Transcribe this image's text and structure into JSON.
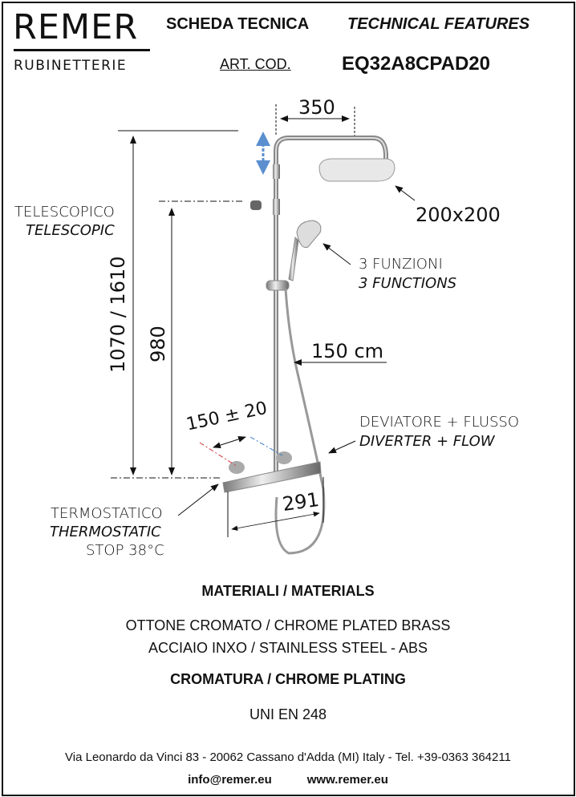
{
  "header": {
    "brand": "REMER",
    "brand_sub": "RUBINETTERIE",
    "title_it": "SCHEDA TECNICA",
    "title_en": "TECHNICAL FEATURES",
    "art_cod_label": "ART. COD.",
    "art_cod": "EQ32A8CPAD20"
  },
  "diagram": {
    "width_dim": "350",
    "height_dim": "1070 / 1610",
    "bar_height_dim": "980",
    "telescopic_it": "TELESCOPICO",
    "telescopic_en": "TELESCOPIC",
    "head_size": "200x200",
    "functions_it": "3 FUNZIONI",
    "functions_en": "3 FUNCTIONS",
    "hose_length": "150 cm",
    "inlet_dim": "150 ± 20",
    "diverter_it": "DEVIATORE + FLUSSO",
    "diverter_en": "DIVERTER + FLOW",
    "thermo_it": "TERMOSTATICO",
    "thermo_en": "THERMOSTATIC",
    "thermo_stop": "STOP 38°C",
    "mixer_width": "291"
  },
  "materials": {
    "heading": "MATERIALI / MATERIALS",
    "line1": "OTTONE CROMATO / CHROME PLATED BRASS",
    "line2": "ACCIAIO INXO / STAINLESS STEEL - ABS",
    "plating": "CROMATURA / CHROME PLATING",
    "standard": "UNI EN 248"
  },
  "footer": {
    "address": "Via Leonardo da Vinci 83 - 20062 Cassano d'Adda (MI) Italy - Tel. +39-0363 364211",
    "email": "info@remer.eu",
    "website": "www.remer.eu"
  },
  "colors": {
    "arrow_blue": "#5b8fd0",
    "hot_red": "#d0343a",
    "cold_blue": "#3a78c8"
  }
}
